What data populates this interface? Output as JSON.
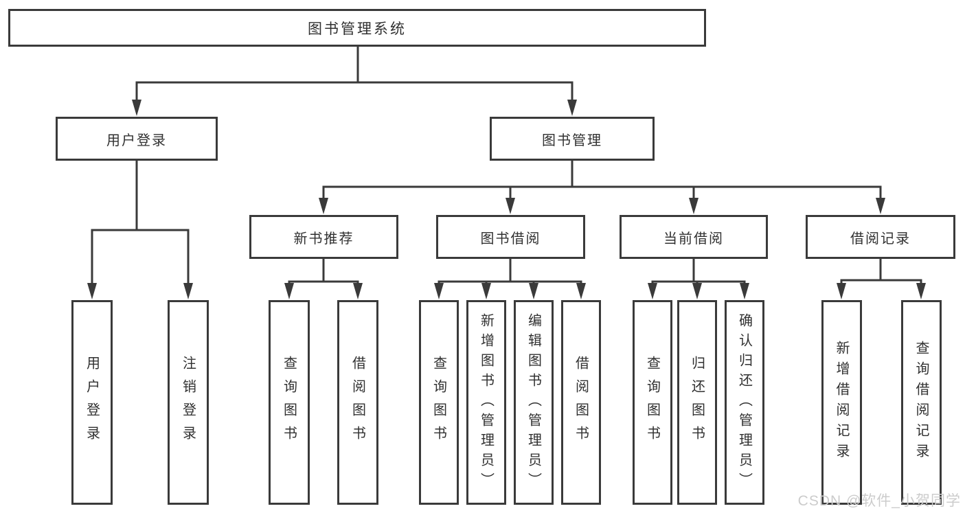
{
  "diagram": {
    "root": {
      "label": "图书管理系统"
    },
    "user_branch": {
      "label": "用户登录",
      "children": [
        {
          "label": "用户登录"
        },
        {
          "label": "注销登录"
        }
      ]
    },
    "book_branch": {
      "label": "图书管理",
      "sections": [
        {
          "label": "新书推荐",
          "children": [
            {
              "label": "查询图书"
            },
            {
              "label": "借阅图书"
            }
          ]
        },
        {
          "label": "图书借阅",
          "children": [
            {
              "label": "查询图书"
            },
            {
              "label": "新增图书（管理员）"
            },
            {
              "label": "编辑图书（管理员）"
            },
            {
              "label": "借阅图书"
            }
          ]
        },
        {
          "label": "当前借阅",
          "children": [
            {
              "label": "查询图书"
            },
            {
              "label": "归还图书"
            },
            {
              "label": "确认归还（管理员）"
            }
          ]
        },
        {
          "label": "借阅记录",
          "children": [
            {
              "label": "新增借阅记录"
            },
            {
              "label": "查询借阅记录"
            }
          ]
        }
      ]
    },
    "watermark": "CSDN @软件_小贺同学"
  },
  "colors": {
    "line": "#3a3a3a",
    "text": "#303030",
    "background": "#ffffff",
    "watermark": "#cccccc"
  }
}
